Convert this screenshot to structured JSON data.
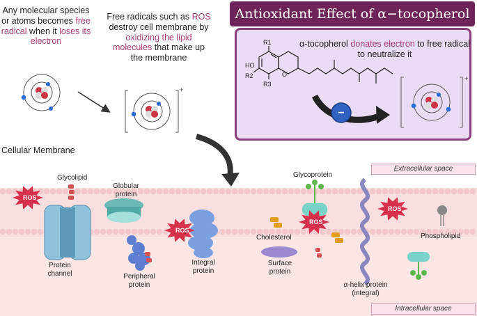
{
  "intro": {
    "p1_a": "Any molecular species or atoms becomes ",
    "p1_hl1": "free radical",
    "p1_b": " when it ",
    "p1_hl2": "loses its electron",
    "p2_a": "Free radicals such as ",
    "p2_hl1": "ROS",
    "p2_b": " destroy cell membrane by ",
    "p2_hl2": "oxidizing the lipid molecules",
    "p2_c": " that make up the membrane"
  },
  "title": "Antioxidant Effect of α−tocopherol",
  "panel": {
    "text_a": "α-tocopherol ",
    "text_hl": "donates electron",
    "text_b": " to free radical to neutralize it",
    "chem": {
      "ho": "HO",
      "r1": "R1",
      "r2": "R2",
      "r3": "R3",
      "o": "O"
    },
    "minus": "−"
  },
  "charge_plus": "+",
  "membrane": {
    "heading": "Cellular Membrane",
    "extracellular": "Extracellular space",
    "intracellular": "Intracellular space",
    "ros": "ROS",
    "labels": {
      "glycolipid": "Glycolipid",
      "globular": "Globular protein",
      "protein_channel": "Protein channel",
      "peripheral": "Peripheral protein",
      "integral": "Integral protein",
      "cholesterol": "Cholesterol",
      "glycoprotein": "Glycoprotein",
      "surface": "Surface protein",
      "alpha_helix": "α-helix protein (integral)",
      "phospholipid": "Phospholipid"
    }
  },
  "colors": {
    "accent": "#a83c78",
    "title_bg": "#6e2458",
    "panel_bg": "#eadcf5",
    "ros": "#d6304a",
    "membrane_head": "#f1c9cc",
    "cytosol": "#fbe6e6"
  }
}
